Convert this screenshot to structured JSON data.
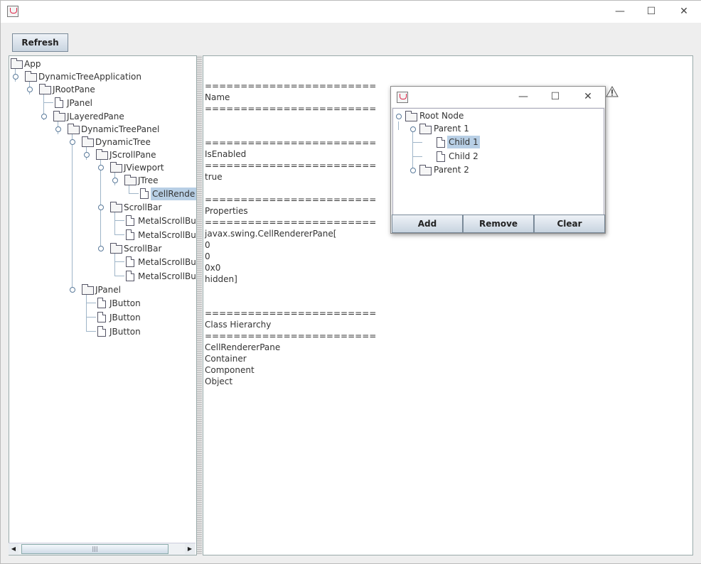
{
  "window": {
    "title": "",
    "controls": {
      "minimize": "—",
      "maximize": "☐",
      "close": "✕"
    }
  },
  "toolbar": {
    "refresh_label": "Refresh"
  },
  "tree": {
    "nodes": [
      {
        "label": "App"
      },
      {
        "label": "DynamicTreeApplication"
      },
      {
        "label": "JRootPane"
      },
      {
        "label": "JPanel"
      },
      {
        "label": "JLayeredPane"
      },
      {
        "label": "DynamicTreePanel"
      },
      {
        "label": "DynamicTree"
      },
      {
        "label": "JScrollPane"
      },
      {
        "label": "JViewport"
      },
      {
        "label": "JTree"
      },
      {
        "label": "CellRende"
      },
      {
        "label": "ScrollBar"
      },
      {
        "label": "MetalScrollButt"
      },
      {
        "label": "MetalScrollButt"
      },
      {
        "label": "ScrollBar"
      },
      {
        "label": "MetalScrollButt"
      },
      {
        "label": "MetalScrollButt"
      },
      {
        "label": "JPanel"
      },
      {
        "label": "JButton"
      },
      {
        "label": "JButton"
      },
      {
        "label": "JButton"
      }
    ]
  },
  "scrollbar": {
    "left_arrow": "◀",
    "right_arrow": "▶",
    "thumb_grip": "|||"
  },
  "details": {
    "text": "========================\nName\n========================\n\n\n========================\nIsEnabled\n========================\ntrue\n\n========================\nProperties\n========================\njavax.swing.CellRendererPane[\n0\n0\n0x0\nhidden]\n\n\n========================\nClass Hierarchy\n========================\nCellRendererPane\nContainer\nComponent\nObject"
  },
  "dialog": {
    "controls": {
      "minimize": "—",
      "maximize": "☐",
      "close": "✕"
    },
    "tree": [
      {
        "label": "Root Node"
      },
      {
        "label": "Parent 1"
      },
      {
        "label": "Child 1"
      },
      {
        "label": "Child 2"
      },
      {
        "label": "Parent 2"
      }
    ],
    "buttons": {
      "add": "Add",
      "remove": "Remove",
      "clear": "Clear"
    }
  },
  "warning_icon": "warning-icon"
}
